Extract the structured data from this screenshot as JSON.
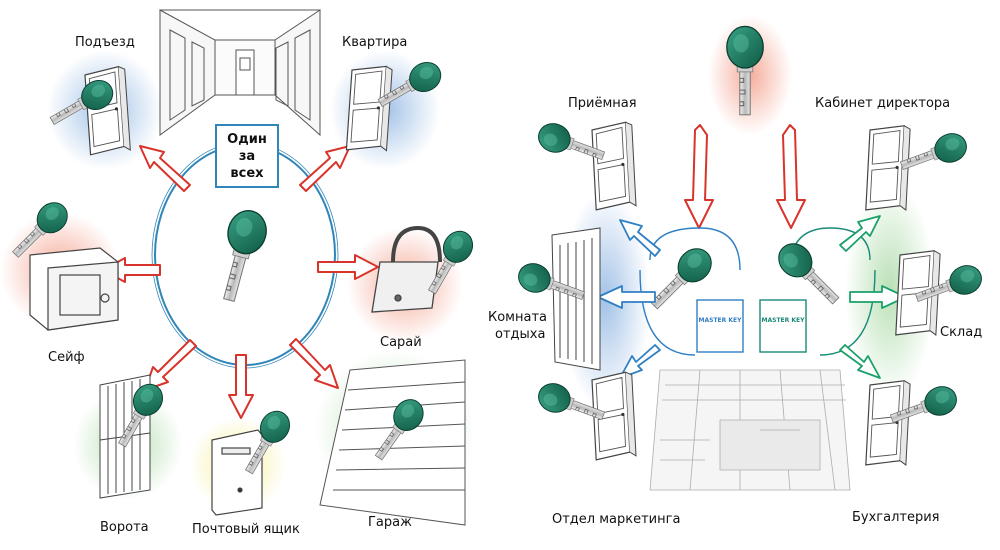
{
  "left_panel": {
    "center_title_lines": [
      "Один",
      "за",
      "всех"
    ],
    "labels": {
      "entrance": "Подъезд",
      "apartment": "Квартира",
      "safe": "Сейф",
      "shed": "Сарай",
      "gate": "Ворота",
      "mailbox": "Почтовый ящик",
      "garage": "Гараж"
    }
  },
  "right_panel": {
    "labels": {
      "reception": "Приёмная",
      "director_office": "Кабинет директора",
      "rest_room_line1": "Комната",
      "rest_room_line2": "отдыха",
      "warehouse": "Склад",
      "marketing": "Отдел маркетинга",
      "accounting": "Бухгалтерия"
    },
    "master_key_left": "MASTER KEY",
    "master_key_right": "MASTER KEY"
  },
  "colors": {
    "key_green": "#1b7a5e",
    "arrow_red": "#d9342b",
    "arrow_blue": "#2f7fc4",
    "arrow_green": "#1aa06a",
    "glow_blue": "#a9c6e8",
    "glow_red": "#f6b3a3",
    "glow_green": "#bfe3bd",
    "glow_yellow": "#f6f2a8"
  }
}
